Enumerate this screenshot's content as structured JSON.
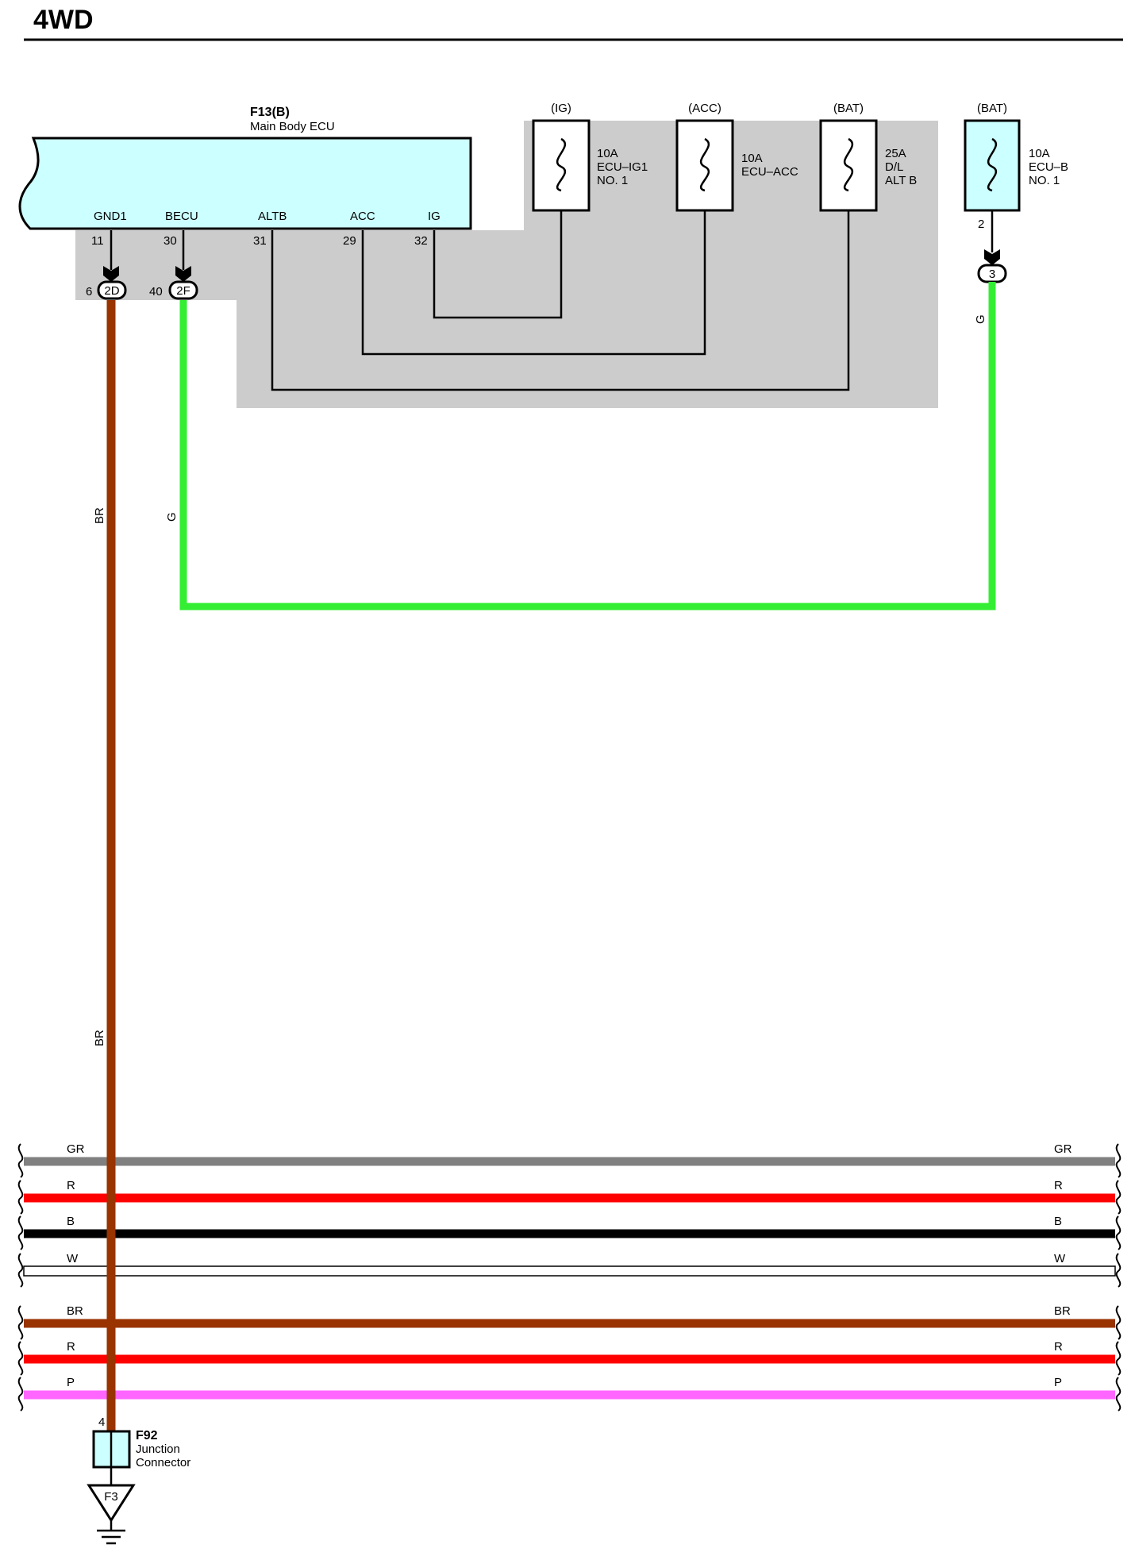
{
  "page": {
    "title": "4WD"
  },
  "ecu": {
    "id": "F13(B)",
    "name": "Main Body ECU",
    "terminals": [
      {
        "name": "GND1",
        "pin": "11"
      },
      {
        "name": "BECU",
        "pin": "30"
      },
      {
        "name": "ALTB",
        "pin": "31"
      },
      {
        "name": "ACC",
        "pin": "29"
      },
      {
        "name": "IG",
        "pin": "32"
      }
    ],
    "connectors": [
      {
        "pin": "6",
        "code": "2D"
      },
      {
        "pin": "40",
        "code": "2F"
      }
    ]
  },
  "fuses": [
    {
      "source": "(IG)",
      "line1": "10A",
      "line2": "ECU–IG1",
      "line3": "NO. 1"
    },
    {
      "source": "(ACC)",
      "line1": "10A",
      "line2": "ECU–ACC",
      "line3": ""
    },
    {
      "source": "(BAT)",
      "line1": "25A",
      "line2": "D/L",
      "line3": "ALT B"
    },
    {
      "source": "(BAT)",
      "line1": "10A",
      "line2": "ECU–B",
      "line3": "NO. 1",
      "pin": "2",
      "connector": "3"
    }
  ],
  "wire_labels": {
    "gnd_upper": "BR",
    "gnd_lower": "BR",
    "becu": "G",
    "ecub": "G"
  },
  "bus": [
    {
      "label": "GR",
      "color": "#808080"
    },
    {
      "label": "R",
      "color": "#ff0000"
    },
    {
      "label": "B",
      "color": "#000000"
    },
    {
      "label": "W",
      "color": "#ffffff"
    },
    {
      "label": "BR",
      "color": "#993300"
    },
    {
      "label": "R",
      "color": "#ff0000"
    },
    {
      "label": "P",
      "color": "#ff66ff"
    }
  ],
  "junction": {
    "id": "F92",
    "line1": "Junction",
    "line2": "Connector",
    "pin": "4",
    "ground": "F3"
  },
  "colors": {
    "ecu_fill": "#ccffff",
    "shade": "#cccccc",
    "brown": "#993300",
    "green": "#33ee33"
  }
}
